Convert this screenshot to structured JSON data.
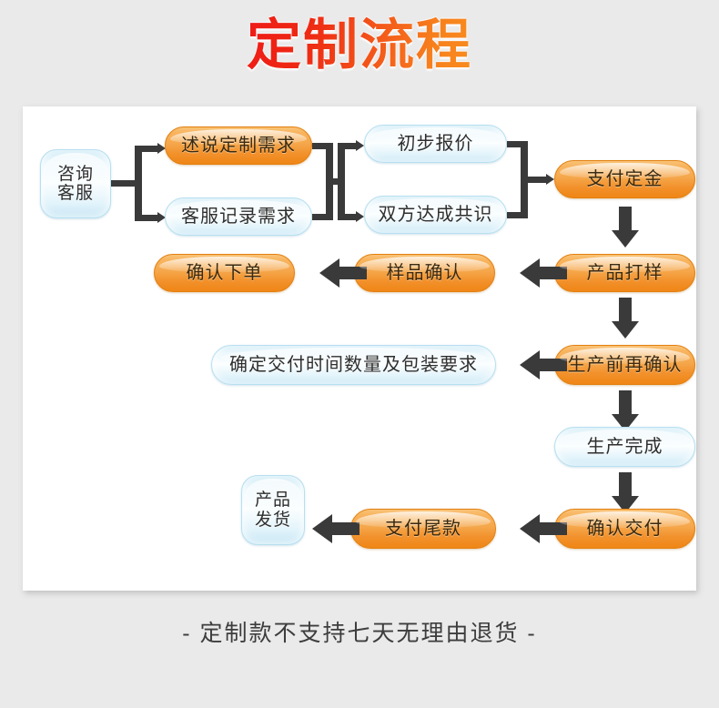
{
  "page": {
    "title": "定制流程",
    "footer_note": "- 定制款不支持七天无理由退货 -",
    "background_color": "#eaeaea",
    "panel_color": "#ffffff",
    "title_gradient_start": "#ef1b16",
    "title_gradient_end": "#f98c1f"
  },
  "legend": {
    "blue_color": "#cfeaf7",
    "orange_color": "#f5a64a",
    "arrow_color": "#3a3a3a"
  },
  "flowchart": {
    "type": "process-flow",
    "nodes": [
      {
        "id": "n1",
        "label": "咨询\n客服",
        "style": "blue",
        "shape": "rounded-square",
        "row": 1
      },
      {
        "id": "n2",
        "label": "述说定制需求",
        "style": "orange",
        "shape": "pill",
        "row": 1
      },
      {
        "id": "n3",
        "label": "客服记录需求",
        "style": "blue",
        "shape": "pill",
        "row": 1
      },
      {
        "id": "n4",
        "label": "初步报价",
        "style": "blue",
        "shape": "pill",
        "row": 1
      },
      {
        "id": "n5",
        "label": "双方达成共识",
        "style": "blue",
        "shape": "pill",
        "row": 1
      },
      {
        "id": "n6",
        "label": "支付定金",
        "style": "orange",
        "shape": "pill",
        "row": 1
      },
      {
        "id": "n7",
        "label": "产品打样",
        "style": "orange",
        "shape": "pill",
        "row": 2
      },
      {
        "id": "n8",
        "label": "样品确认",
        "style": "orange",
        "shape": "pill",
        "row": 2
      },
      {
        "id": "n9",
        "label": "确认下单",
        "style": "orange",
        "shape": "pill",
        "row": 2
      },
      {
        "id": "n10",
        "label": "生产前再确认",
        "style": "orange",
        "shape": "pill",
        "row": 3
      },
      {
        "id": "n11",
        "label": "确定交付时间数量及包装要求",
        "style": "blue",
        "shape": "pill",
        "row": 3
      },
      {
        "id": "n12",
        "label": "生产完成",
        "style": "blue",
        "shape": "pill",
        "row": 4
      },
      {
        "id": "n13",
        "label": "确认交付",
        "style": "orange",
        "shape": "pill",
        "row": 5
      },
      {
        "id": "n14",
        "label": "支付尾款",
        "style": "orange",
        "shape": "pill",
        "row": 5
      },
      {
        "id": "n15",
        "label": "产品\n发货",
        "style": "blue",
        "shape": "rounded-square",
        "row": 5
      }
    ],
    "edges": [
      {
        "from": "n1",
        "to": "n2",
        "kind": "split-bracket"
      },
      {
        "from": "n1",
        "to": "n3",
        "kind": "split-bracket"
      },
      {
        "from": "n2",
        "to": "n4",
        "kind": "merge-split-bracket"
      },
      {
        "from": "n2",
        "to": "n5",
        "kind": "merge-split-bracket"
      },
      {
        "from": "n3",
        "to": "n4",
        "kind": "merge-split-bracket"
      },
      {
        "from": "n3",
        "to": "n5",
        "kind": "merge-split-bracket"
      },
      {
        "from": "n4",
        "to": "n6",
        "kind": "merge-bracket"
      },
      {
        "from": "n5",
        "to": "n6",
        "kind": "merge-bracket"
      },
      {
        "from": "n6",
        "to": "n7",
        "kind": "arrow-down"
      },
      {
        "from": "n7",
        "to": "n8",
        "kind": "arrow-left"
      },
      {
        "from": "n8",
        "to": "n9",
        "kind": "arrow-left"
      },
      {
        "from": "n7",
        "to": "n10",
        "kind": "arrow-down"
      },
      {
        "from": "n10",
        "to": "n11",
        "kind": "arrow-left"
      },
      {
        "from": "n10",
        "to": "n12",
        "kind": "arrow-down"
      },
      {
        "from": "n12",
        "to": "n13",
        "kind": "arrow-down"
      },
      {
        "from": "n13",
        "to": "n14",
        "kind": "arrow-left"
      },
      {
        "from": "n14",
        "to": "n15",
        "kind": "arrow-left"
      }
    ]
  }
}
